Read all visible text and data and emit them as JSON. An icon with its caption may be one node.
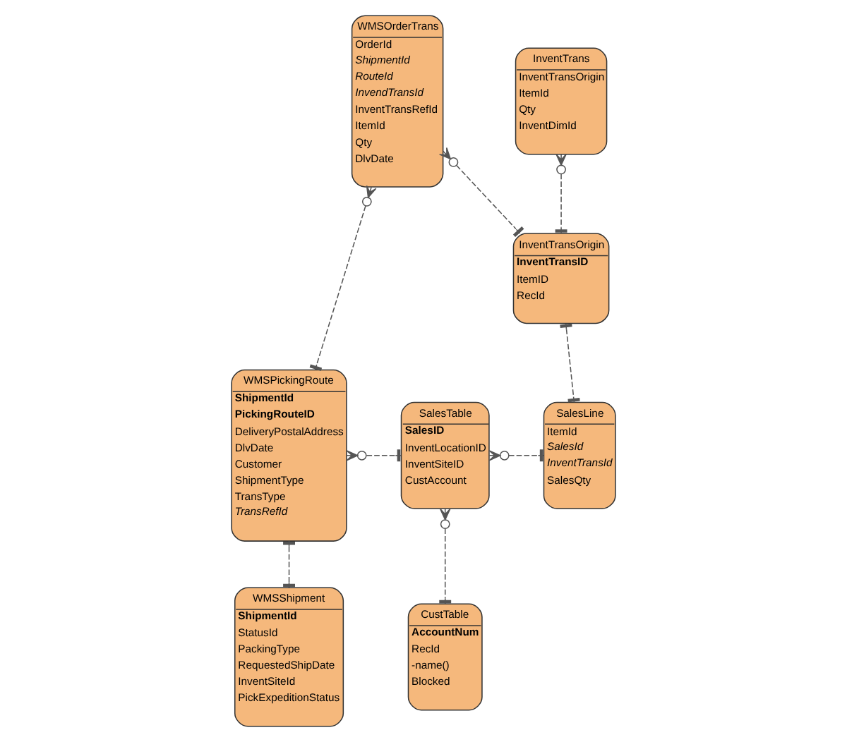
{
  "diagram": {
    "nodes": [
      {
        "text": [
          "WMSOrderTrans",
          "OrderId *ShipmentId* *RouteId* *InvendTransId* InventTransRefId ItemId Qty DlvDate"
        ]
      },
      {
        "text": [
          "InventTrans",
          "InventTransOrigin ItemId Qty InventDimId"
        ]
      },
      {
        "text": [
          "InventTransOrigin",
          "**InventTransID** ItemID RecId"
        ]
      },
      {
        "text": [
          "WMSPickingRoute",
          "**ShipmentId** **PickingRouteID** DeliveryPostalAddress DlvDate Customer ShipmentType TransType *TransRefId*"
        ]
      },
      {
        "text": [
          "SalesTable",
          "**SalesID** InventLocationID InventSiteID CustAccount"
        ]
      },
      {
        "text": [
          "SalesLine",
          "ItemId *SalesId* *InventTransId* SalesQty"
        ]
      },
      {
        "text": [
          "WMSShipment",
          "**ShipmentId** StatusId PackingType RequestedShipDate InventSiteId PickExpeditionStatus"
        ]
      },
      {
        "text": [
          "CustTable",
          "**AccountNum** RecId -name() Blocked"
        ]
      }
    ],
    "edges": [
      {
        "from": 0,
        "to": 2,
        "arrow": "other",
        "style": "dashed"
      },
      {
        "from": 1,
        "to": 2,
        "arrow": "other",
        "style": "dashed"
      },
      {
        "from": 2,
        "to": 5,
        "arrow": "other",
        "style": "dashed"
      },
      {
        "from": 0,
        "to": 3,
        "arrow": "other",
        "style": "dashed"
      },
      {
        "from": 3,
        "to": 4,
        "arrow": "other",
        "style": "dashed"
      },
      {
        "from": 4,
        "to": 5,
        "arrow": "other",
        "style": "dashed"
      },
      {
        "from": 3,
        "to": 6,
        "arrow": "other",
        "style": "dashed"
      },
      {
        "from": 4,
        "to": 7,
        "arrow": "other",
        "style": "dashed"
      }
    ]
  }
}
